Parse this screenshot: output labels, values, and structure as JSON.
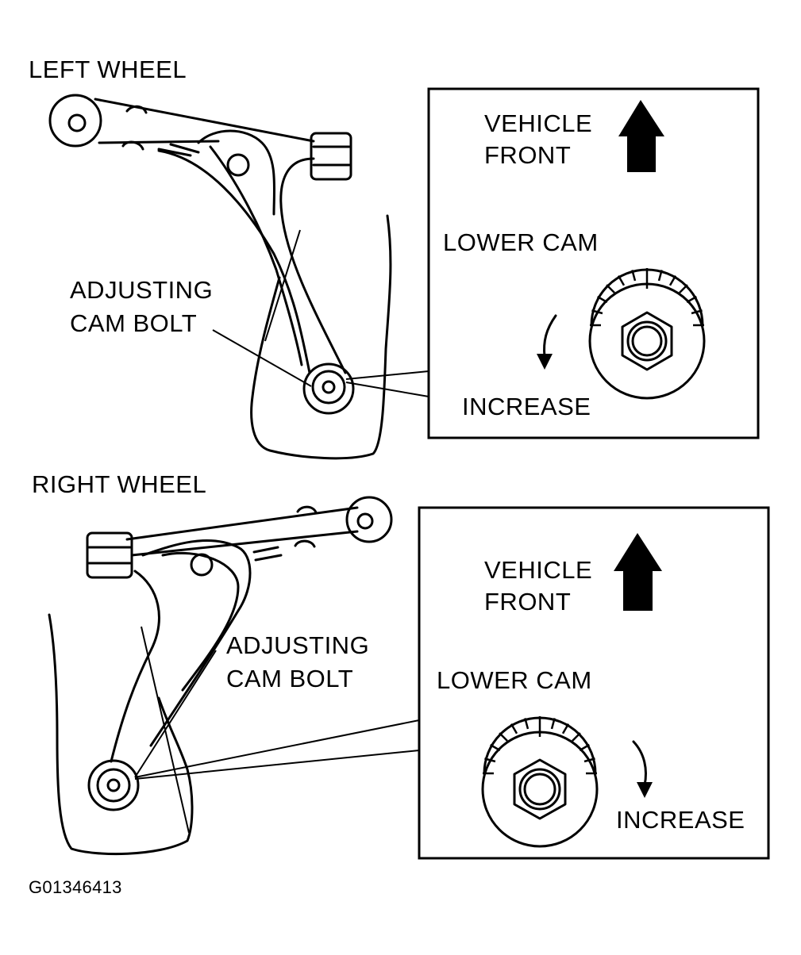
{
  "left_panel": {
    "title": "LEFT WHEEL",
    "callout": [
      "ADJUSTING",
      "CAM BOLT"
    ],
    "inset": {
      "direction_label": [
        "VEHICLE",
        "FRONT"
      ],
      "cam_label": "LOWER CAM",
      "rotation_label": "INCREASE"
    }
  },
  "right_panel": {
    "title": "RIGHT WHEEL",
    "callout": [
      "ADJUSTING",
      "CAM BOLT"
    ],
    "inset": {
      "direction_label": [
        "VEHICLE",
        "FRONT"
      ],
      "cam_label": "LOWER CAM",
      "rotation_label": "INCREASE"
    }
  },
  "figure_id": "G01346413"
}
